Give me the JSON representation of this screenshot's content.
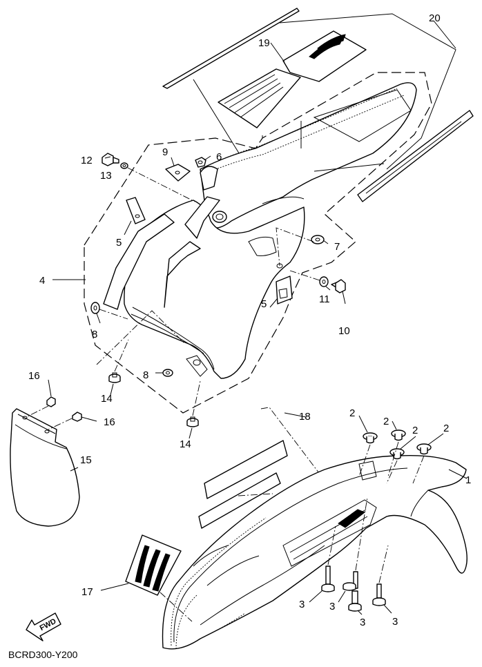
{
  "diagram": {
    "code": "BCRD300-Y200",
    "fwd_label": "FWD",
    "callouts": {
      "c1": "1",
      "c2a": "2",
      "c2b": "2",
      "c2c": "2",
      "c2d": "2",
      "c3a": "3",
      "c3b": "3",
      "c3c": "3",
      "c3d": "3",
      "c4": "4",
      "c5a": "5",
      "c5b": "5",
      "c6": "6",
      "c7": "7",
      "c8a": "8",
      "c8b": "8",
      "c9": "9",
      "c10": "10",
      "c11": "11",
      "c12": "12",
      "c13": "13",
      "c14a": "14",
      "c14b": "14",
      "c15": "15",
      "c16a": "16",
      "c16b": "16",
      "c17": "17",
      "c18": "18",
      "c19": "19",
      "c20": "20"
    },
    "parts": {
      "front_fender": "front-fender",
      "rear_fender": "rear-fender",
      "mud_flap": "mud-flap",
      "side_graphic_strip": "side-graphic-strip",
      "seat_emblem": "seat-emblem",
      "fender_emblem": "fender-emblem",
      "side_cover_graphic": "side-cover-graphic"
    }
  }
}
